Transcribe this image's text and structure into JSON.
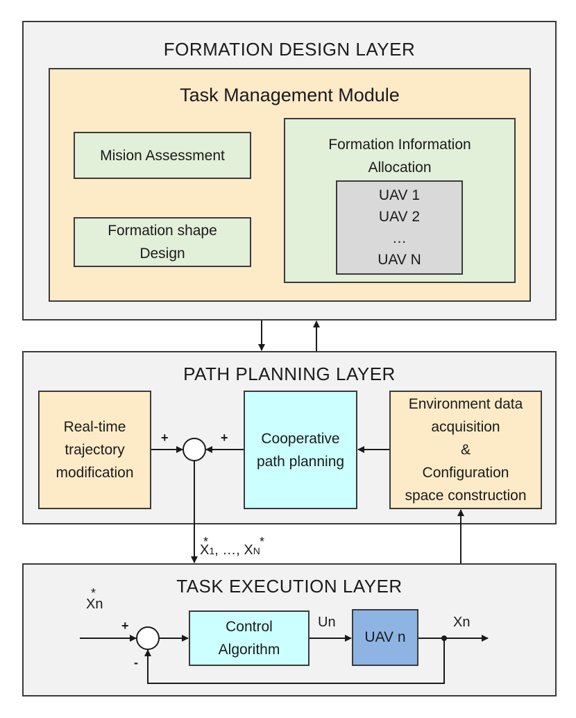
{
  "formation_layer": {
    "title": "FORMATION DESIGN LAYER",
    "module": {
      "title": "Task Management Module",
      "mission_assessment": "Mision Assessment",
      "shape_design": [
        "Formation shape",
        "Design"
      ],
      "info_allocation": [
        "Formation Information",
        "Allocation"
      ],
      "uav_list": [
        "UAV 1",
        "UAV 2",
        "…",
        "UAV N"
      ]
    }
  },
  "path_layer": {
    "title": "PATH PLANNING LAYER",
    "trajectory_modification": [
      "Real-time",
      "trajectory",
      "modification"
    ],
    "cooperative_planning": [
      "Cooperative",
      "path planning"
    ],
    "environment": [
      "Environment data",
      "acquisition",
      "&",
      "Configuration",
      "space construction"
    ],
    "sum_signs": [
      "+",
      "+"
    ],
    "output_label": {
      "x": "X",
      "sub1": "1",
      "mid": ", …, ",
      "subN": "N",
      "star": "*"
    }
  },
  "exec_layer": {
    "title": "TASK EXECUTION LAYER",
    "input_label": {
      "x": "Xn",
      "star": "*"
    },
    "control": [
      "Control",
      "Algorithm"
    ],
    "uav": "UAV n",
    "control_signal": "Un",
    "output": "Xn",
    "sum_signs": [
      "+",
      "-"
    ]
  },
  "colors": {
    "layer_bg": "#f2f2f2",
    "module_bg": "#fdebc8",
    "green_box": "#e2efd9",
    "gray_box": "#d9d9d9",
    "cyan_box": "#ccffff",
    "uav_box": "#8eb4e3"
  }
}
